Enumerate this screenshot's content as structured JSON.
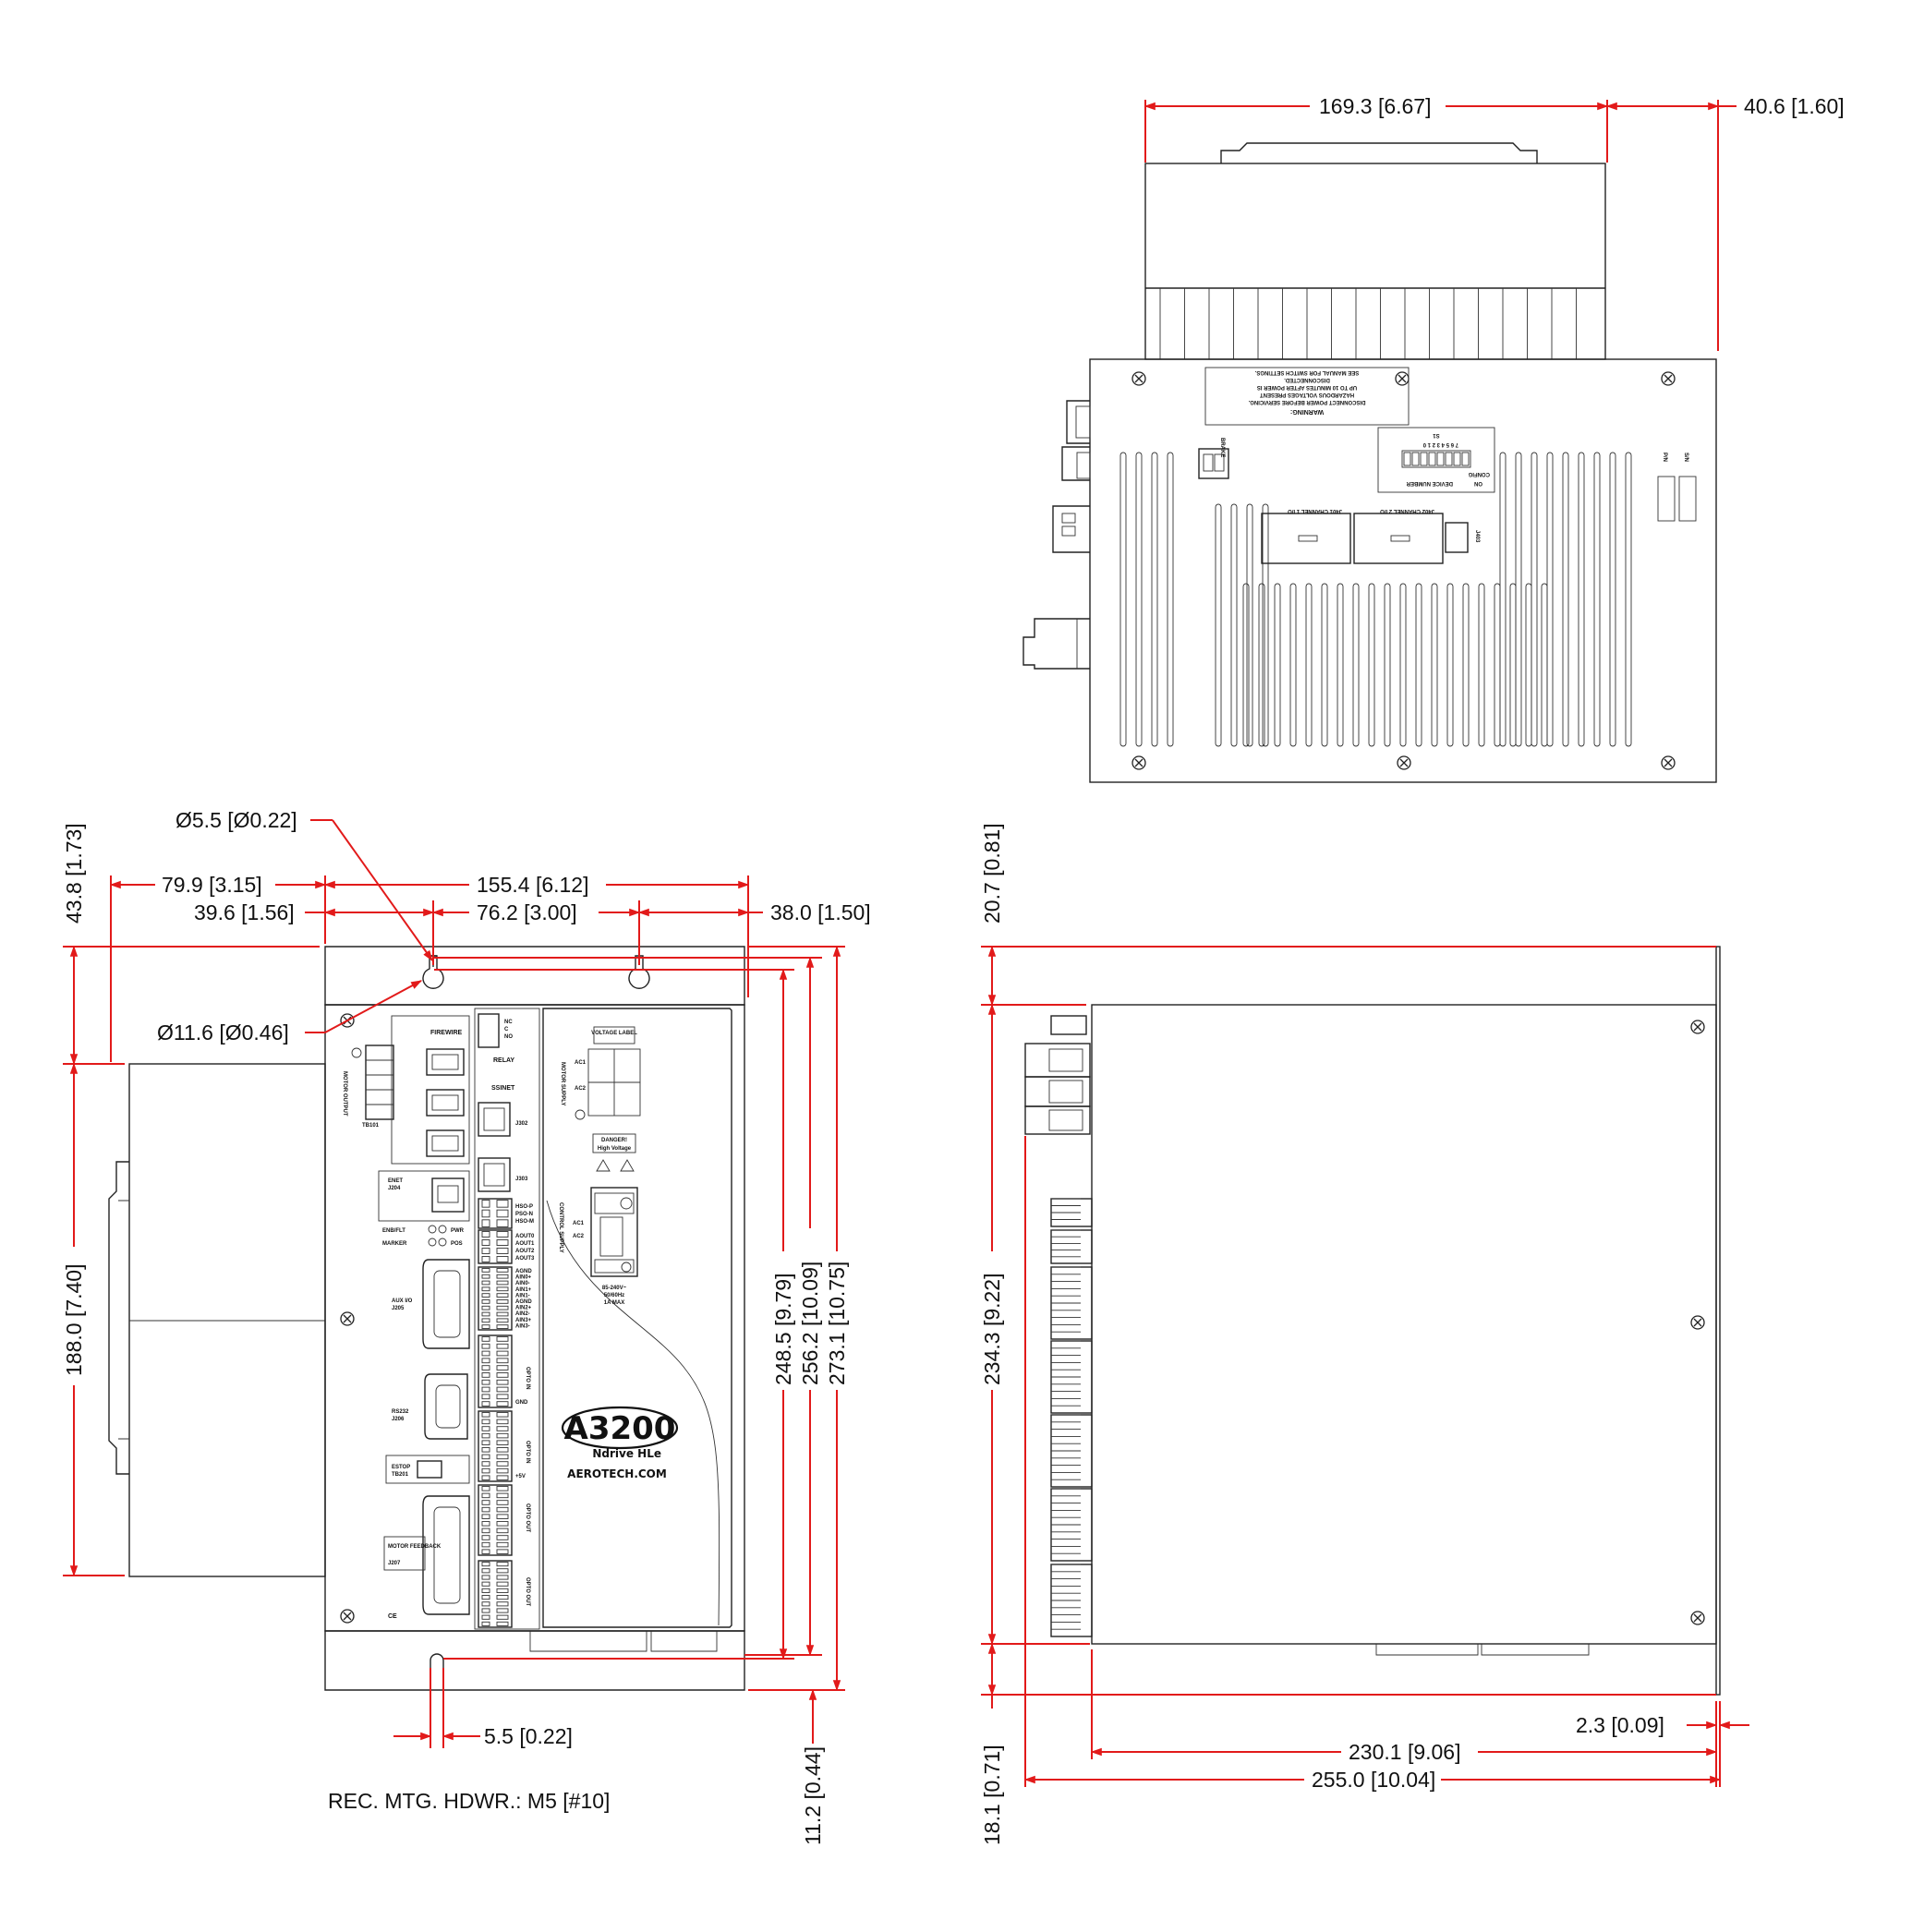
{
  "dimensions": {
    "top_width": "169.3 [6.67]",
    "top_depth": "40.6 [1.60]",
    "front_hole_dia": "Ø5.5 [Ø0.22]",
    "front_slot_dia": "Ø11.6 [Ø0.46]",
    "front_overall_width": "155.4 [6.12]",
    "front_heatsink_offset": "79.9 [3.15]",
    "front_hole_offset": "39.6 [1.56]",
    "front_hole_spacing": "76.2 [3.00]",
    "front_right_margin": "38.0 [1.50]",
    "front_top_offset": "43.8 [1.73]",
    "front_heatsink_height": "188.0 [7.40]",
    "front_height_1": "248.5 [9.79]",
    "front_height_2": "256.2 [10.09]",
    "front_height_3": "273.1 [10.75]",
    "front_slot_width": "5.5 [0.22]",
    "front_bottom_offset": "11.2 [0.44]",
    "side_top_offset": "20.7 [0.81]",
    "side_height": "234.3 [9.22]",
    "side_bottom_offset": "18.1 [0.71]",
    "side_flange": "2.3 [0.09]",
    "side_body_depth": "230.1 [9.06]",
    "side_overall_depth": "255.0 [10.04]"
  },
  "note": "REC. MTG. HDWR.: M5 [#10]",
  "panel": {
    "firewire": "FIREWIRE",
    "relay": "RELAY",
    "ssinet": "SSINET",
    "enet": "ENET",
    "enet_port": "J204",
    "enb_flt": "ENB/FLT",
    "pwr": "PWR",
    "marker": "MARKER",
    "pos": "POS",
    "aux_io": "AUX I/O",
    "aux_io_port": "J205",
    "rs232": "RS232",
    "rs232_port": "J206",
    "estop": "ESTOP",
    "estop_port": "TB201",
    "motor_feedback": "MOTOR FEEDBACK",
    "motor_feedback_port": "J207",
    "motor_output": "MOTOR OUTPUT",
    "tb101": "TB101",
    "voltage_label": "VOLTAGE LABEL",
    "motor_supply": "MOTOR SUPPLY",
    "ac1": "AC1",
    "ac2": "AC2",
    "danger": "DANGER!",
    "high_voltage": "High Voltage",
    "control_supply": "CONTROL SUPPLY",
    "supply_rating_1": "85-240V~",
    "supply_rating_2": "50/60Hz",
    "supply_rating_3": "1A MAX",
    "hso_labels": [
      "HSO-P",
      "PSO-N",
      "HSO-M"
    ],
    "aout_labels": [
      "AOUT0",
      "AOUT1",
      "AOUT2",
      "AOUT3"
    ],
    "ain_labels": [
      "AGND",
      "AIN0+",
      "AIN0-",
      "AIN1+",
      "AIN1-",
      "AGND",
      "AIN2+",
      "AIN2-",
      "AIN3+",
      "AIN3-"
    ],
    "opto_in": "OPTO IN",
    "opto_out": "OPTO OUT",
    "gnd": "GND",
    "plus5v": "+5V",
    "relay_pins": [
      "NC",
      "C",
      "NO"
    ],
    "ce": "CE",
    "brand": "A3200",
    "brand_sub": "Ndrive HLe",
    "website": "AEROTECH.COM",
    "j302": "J302",
    "j303": "J303"
  },
  "top_panel": {
    "warning_title": "WARNING:",
    "warning_lines": [
      "DISCONNECT POWER BEFORE SERVICING.",
      "HAZARDOUS VOLTAGES PRESENT",
      "UP TO 10 MINUTES AFTER POWER IS",
      "DISCONNECTED.",
      "SEE MANUAL FOR SWITCH SETTINGS."
    ],
    "switch_label": "S1",
    "switch_on": "ON",
    "switch_config": "CONFIG",
    "device_number": "DEVICE NUMBER",
    "switch_numbers": "7 6 5 4 3 2 1 0",
    "brake": "BRAKE",
    "j401": "J401  CHANNEL 1 I/O",
    "j402": "J402  CHANNEL 2 I/O",
    "j403": "J403",
    "sn": "S/N",
    "pn": "P/N"
  }
}
